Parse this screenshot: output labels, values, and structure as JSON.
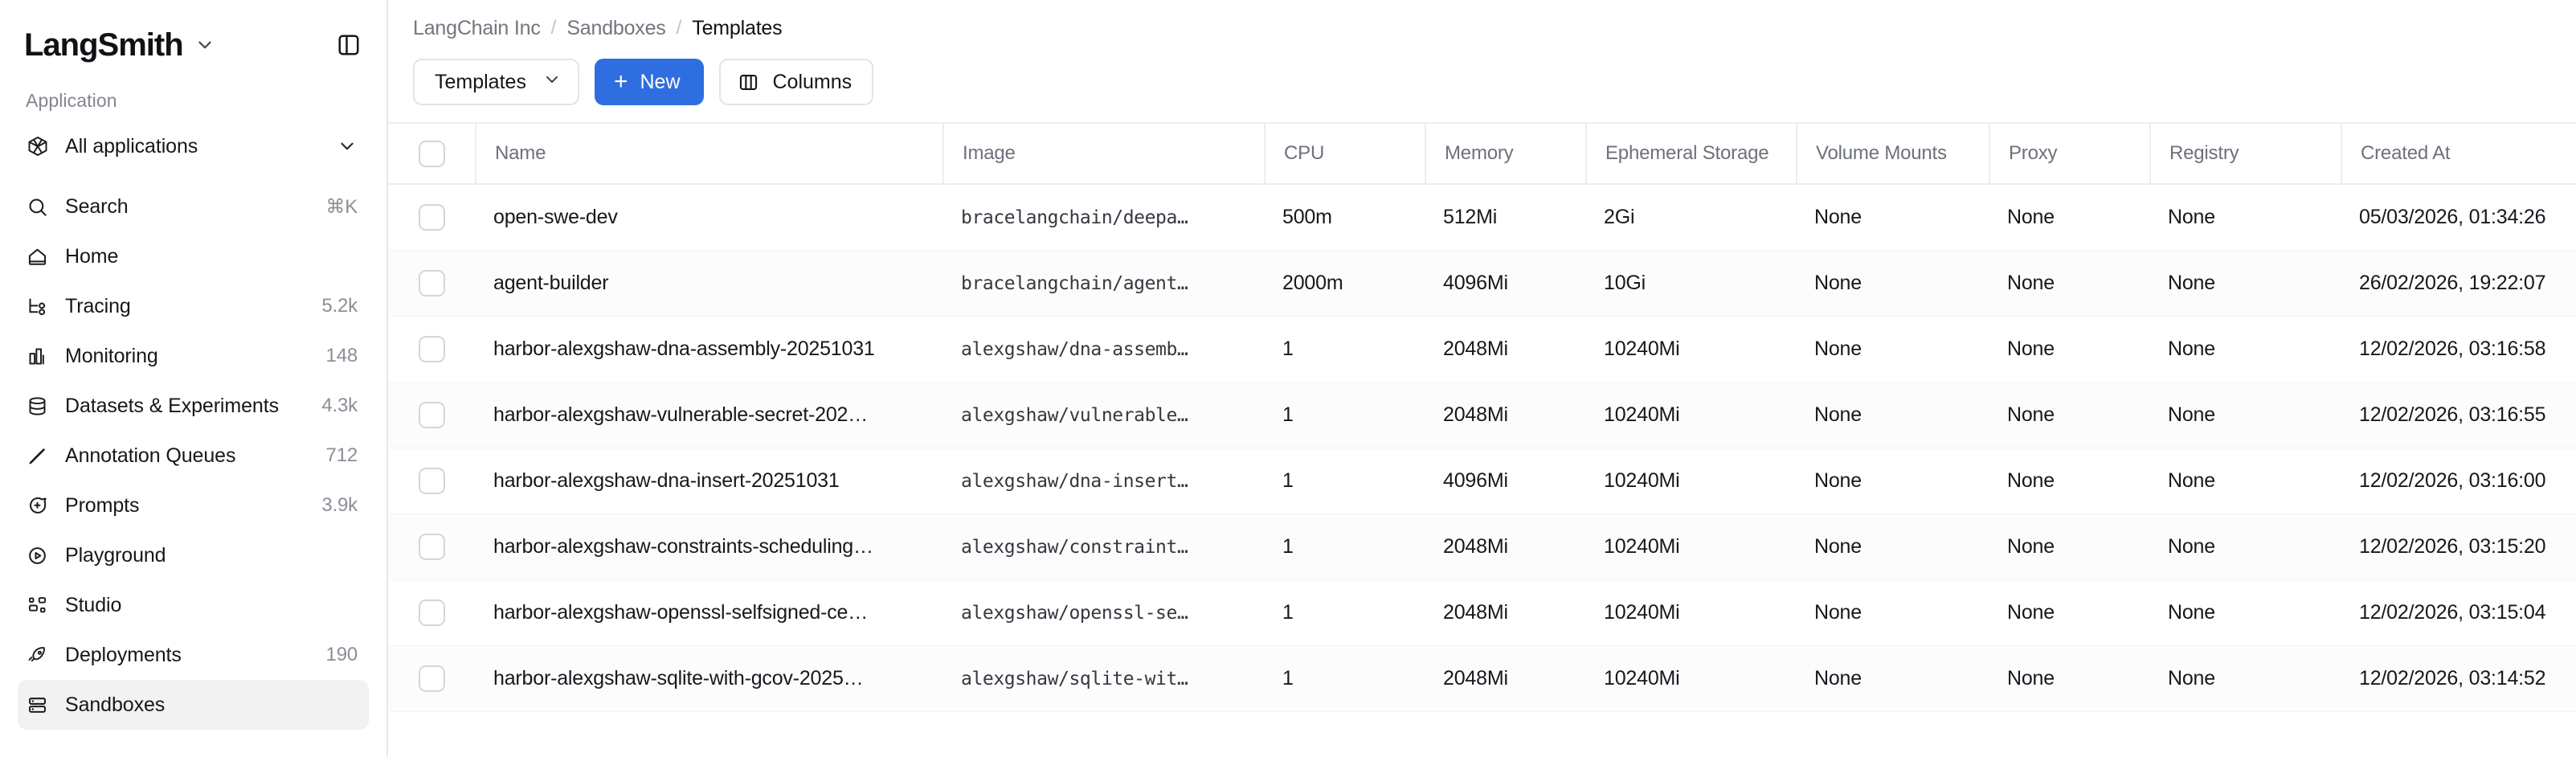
{
  "sidebar": {
    "brand": "LangSmith",
    "section_label": "Application",
    "items": [
      {
        "label": "All applications",
        "icon": "cube-icon",
        "meta": "",
        "chevron": true,
        "active": false
      },
      {
        "label": "Search",
        "icon": "search-icon",
        "meta": "⌘K",
        "chevron": false,
        "active": false
      },
      {
        "label": "Home",
        "icon": "home-icon",
        "meta": "",
        "chevron": false,
        "active": false
      },
      {
        "label": "Tracing",
        "icon": "tracing-icon",
        "meta": "5.2k",
        "chevron": false,
        "active": false
      },
      {
        "label": "Monitoring",
        "icon": "bar-chart-icon",
        "meta": "148",
        "chevron": false,
        "active": false
      },
      {
        "label": "Datasets & Experiments",
        "icon": "database-icon",
        "meta": "4.3k",
        "chevron": false,
        "active": false
      },
      {
        "label": "Annotation Queues",
        "icon": "pencil-icon",
        "meta": "712",
        "chevron": false,
        "active": false
      },
      {
        "label": "Prompts",
        "icon": "chat-plus-icon",
        "meta": "3.9k",
        "chevron": false,
        "active": false
      },
      {
        "label": "Playground",
        "icon": "play-circle-icon",
        "meta": "",
        "chevron": false,
        "active": false
      },
      {
        "label": "Studio",
        "icon": "studio-icon",
        "meta": "",
        "chevron": false,
        "active": false
      },
      {
        "label": "Deployments",
        "icon": "rocket-icon",
        "meta": "190",
        "chevron": false,
        "active": false
      },
      {
        "label": "Sandboxes",
        "icon": "server-icon",
        "meta": "",
        "chevron": false,
        "active": true
      }
    ]
  },
  "breadcrumb": {
    "items": [
      "LangChain Inc",
      "Sandboxes",
      "Templates"
    ],
    "separator": "/"
  },
  "toolbar": {
    "select_label": "Templates",
    "new_label": "New",
    "new_plus": "+",
    "columns_label": "Columns",
    "accent_color": "#2f6ee0"
  },
  "table": {
    "columns": [
      "Name",
      "Image",
      "CPU",
      "Memory",
      "Ephemeral Storage",
      "Volume Mounts",
      "Proxy",
      "Registry",
      "Created At"
    ],
    "rows": [
      {
        "name": "open-swe-dev",
        "image": "bracelangchain/deepa…",
        "cpu": "500m",
        "memory": "512Mi",
        "ephemeral": "2Gi",
        "volume_mounts": "None",
        "proxy": "None",
        "registry": "None",
        "created_at": "05/03/2026, 01:34:26"
      },
      {
        "name": "agent-builder",
        "image": "bracelangchain/agent…",
        "cpu": "2000m",
        "memory": "4096Mi",
        "ephemeral": "10Gi",
        "volume_mounts": "None",
        "proxy": "None",
        "registry": "None",
        "created_at": "26/02/2026, 19:22:07"
      },
      {
        "name": "harbor-alexgshaw-dna-assembly-20251031",
        "image": "alexgshaw/dna-assemb…",
        "cpu": "1",
        "memory": "2048Mi",
        "ephemeral": "10240Mi",
        "volume_mounts": "None",
        "proxy": "None",
        "registry": "None",
        "created_at": "12/02/2026, 03:16:58"
      },
      {
        "name": "harbor-alexgshaw-vulnerable-secret-202…",
        "image": "alexgshaw/vulnerable…",
        "cpu": "1",
        "memory": "2048Mi",
        "ephemeral": "10240Mi",
        "volume_mounts": "None",
        "proxy": "None",
        "registry": "None",
        "created_at": "12/02/2026, 03:16:55"
      },
      {
        "name": "harbor-alexgshaw-dna-insert-20251031",
        "image": "alexgshaw/dna-insert…",
        "cpu": "1",
        "memory": "4096Mi",
        "ephemeral": "10240Mi",
        "volume_mounts": "None",
        "proxy": "None",
        "registry": "None",
        "created_at": "12/02/2026, 03:16:00"
      },
      {
        "name": "harbor-alexgshaw-constraints-scheduling…",
        "image": "alexgshaw/constraint…",
        "cpu": "1",
        "memory": "2048Mi",
        "ephemeral": "10240Mi",
        "volume_mounts": "None",
        "proxy": "None",
        "registry": "None",
        "created_at": "12/02/2026, 03:15:20"
      },
      {
        "name": "harbor-alexgshaw-openssl-selfsigned-ce…",
        "image": "alexgshaw/openssl-se…",
        "cpu": "1",
        "memory": "2048Mi",
        "ephemeral": "10240Mi",
        "volume_mounts": "None",
        "proxy": "None",
        "registry": "None",
        "created_at": "12/02/2026, 03:15:04"
      },
      {
        "name": "harbor-alexgshaw-sqlite-with-gcov-2025…",
        "image": "alexgshaw/sqlite-wit…",
        "cpu": "1",
        "memory": "2048Mi",
        "ephemeral": "10240Mi",
        "volume_mounts": "None",
        "proxy": "None",
        "registry": "None",
        "created_at": "12/02/2026, 03:14:52"
      }
    ]
  }
}
